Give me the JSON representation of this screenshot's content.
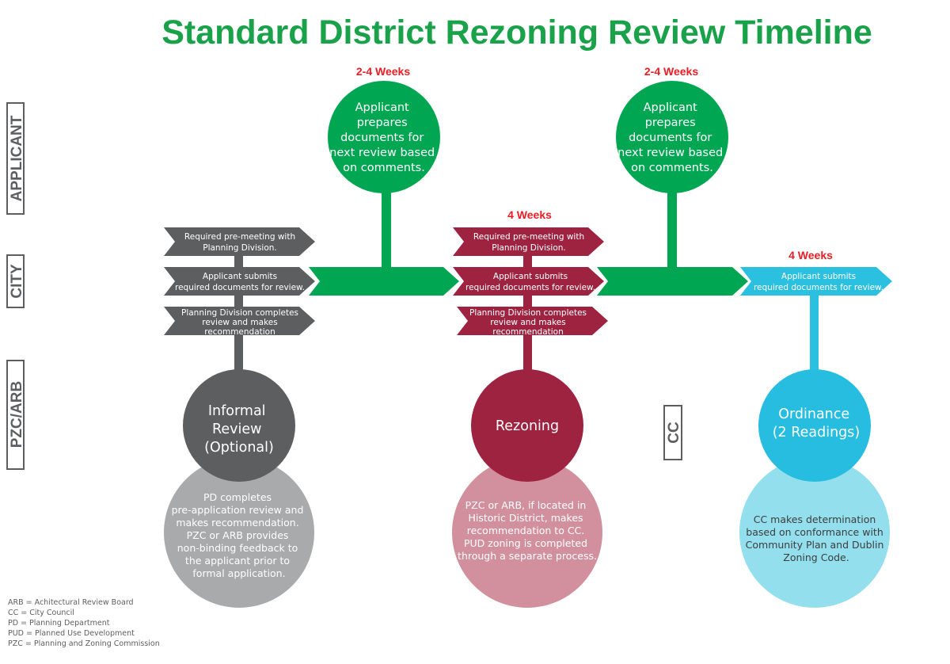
{
  "title": "Standard District Rezoning Review Timeline",
  "lanes": {
    "applicant": "APPLICANT",
    "city": "CITY",
    "pzc_arb": "PZC/ARB",
    "cc": "CC"
  },
  "colors": {
    "green": "#00a651",
    "gray": "#5d5e60",
    "red": "#9e2341",
    "blue": "#2bbfe0",
    "weeks": "#ed1c24"
  },
  "durations": {
    "applicant_1": "2-4 Weeks",
    "applicant_2": "2-4 Weeks",
    "rezoning": "4 Weeks",
    "ordinance": "4 Weeks"
  },
  "applicant_steps": [
    {
      "lines": [
        "Applicant",
        "prepares",
        "documents for",
        "next review based",
        "on comments."
      ]
    },
    {
      "lines": [
        "Applicant",
        "prepares",
        "documents for",
        "next review based",
        "on comments."
      ]
    }
  ],
  "city_steps": {
    "informal": [
      {
        "lines": [
          "Required pre-meeting with",
          "Planning Division."
        ]
      },
      {
        "lines": [
          "Applicant submits",
          "required documents for review."
        ]
      },
      {
        "lines": [
          "Planning Division completes",
          "review and makes",
          "recommendation"
        ]
      }
    ],
    "rezoning": [
      {
        "lines": [
          "Required pre-meeting with",
          "Planning Division."
        ]
      },
      {
        "lines": [
          "Applicant submits",
          "required documents for review."
        ]
      },
      {
        "lines": [
          "Planning Division completes",
          "review and makes",
          "recommendation"
        ]
      }
    ],
    "ordinance": [
      {
        "lines": [
          "Applicant submits",
          "required documents for review."
        ]
      }
    ]
  },
  "reviews": [
    {
      "title_lines": [
        "Informal",
        "Review",
        "(Optional)"
      ],
      "desc_lines": [
        "PD completes",
        "pre-application review and",
        "makes recommendation.",
        "PZC or ARB provides",
        "non-binding feedback to",
        "the applicant prior to",
        "formal application."
      ]
    },
    {
      "title_lines": [
        "Rezoning"
      ],
      "desc_lines": [
        "PZC or ARB, if located in",
        "Historic District, makes",
        "recommendation to CC.",
        "PUD zoning is completed",
        "through a separate process."
      ]
    },
    {
      "title_lines": [
        "Ordinance",
        "(2 Readings)"
      ],
      "desc_lines": [
        "CC makes determination",
        "based on conformance with",
        "Community Plan and Dublin",
        "Zoning Code."
      ]
    }
  ],
  "legend": [
    "ARB = Achitectural Review Board",
    "CC = City Council",
    "PD = Planning Department",
    "PUD = Planned Use Development",
    "PZC = Planning and Zoning Commission"
  ]
}
